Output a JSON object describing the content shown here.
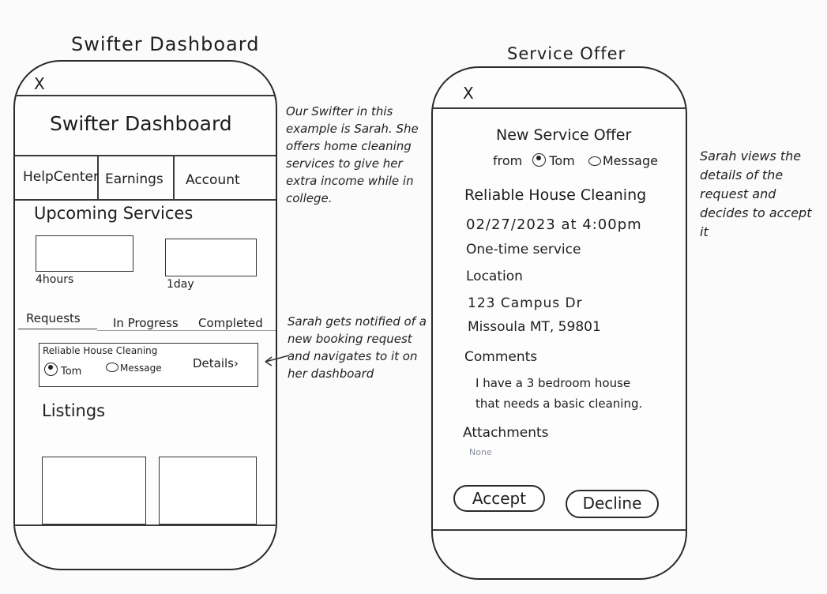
{
  "dashboard": {
    "screen_label": "Swifter Dashboard",
    "close": "X",
    "header_title": "Swifter Dashboard",
    "tabs": [
      "HelpCenter",
      "Earnings",
      "Account"
    ],
    "upcoming_title": "Upcoming Services",
    "upcoming": [
      {
        "label": "4hours"
      },
      {
        "label": "1day"
      }
    ],
    "request_tabs": [
      "Requests",
      "In Progress",
      "Completed"
    ],
    "request_card": {
      "title": "Reliable House Cleaning",
      "person": "Tom",
      "message": "Message",
      "details": "Details"
    },
    "listings_title": "Listings"
  },
  "offer": {
    "screen_label": "Service Offer",
    "close": "X",
    "title": "New Service Offer",
    "from_label": "from",
    "person": "Tom",
    "message": "Message",
    "service_name": "Reliable House Cleaning",
    "datetime": "02/27/2023 at 4:00pm",
    "frequency": "One-time service",
    "location_label": "Location",
    "address_line1": "123 Campus Dr",
    "address_line2": "Missoula MT, 59801",
    "comments_label": "Comments",
    "comment_line1": "I have a 3 bedroom house",
    "comment_line2": "that needs a basic cleaning.",
    "attachments_label": "Attachments",
    "attachments_value": "None",
    "accept": "Accept",
    "decline": "Decline"
  },
  "notes": {
    "note1": "Our Swifter in this example is Sarah. She offers home cleaning services to give her extra income while in college.",
    "note2": "Sarah gets notified of a new booking request and navigates to it on her dashboard",
    "note3": "Sarah views the details of the request and decides to accept it"
  },
  "icons": {
    "person": "person-icon",
    "message": "speech-bubble-icon",
    "arrow": "left-arrow-icon",
    "chevron": "chevron-right-icon"
  }
}
